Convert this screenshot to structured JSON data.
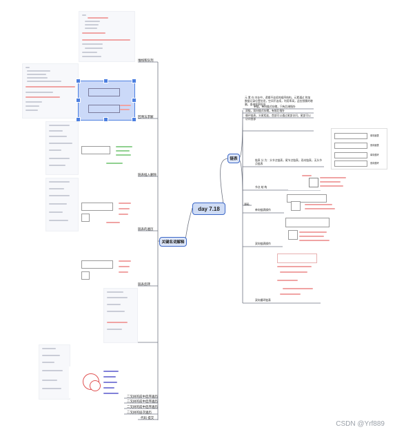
{
  "central_topic": "day 7.18",
  "right_branch": {
    "label": "链表",
    "summary": "元 素 在 内存中，逻辑不连续的顺序结构，元素通过 附加 数据记录位置信息，空间不连续，利用率高，适应频繁的增删，查询效率较低",
    "items": [
      "单链，单向链式存储，只有后继指针",
      "双链，双向链式存储，有前后指针",
      "循环链表，头尾相连，首部可以通过尾部访问，尾部可以访问首部",
      "链表 分 为：头节点链表，尾节点链表，双向链表，无头节点链表",
      "节点 结 构",
      "单向链表操作",
      "双向链表操作",
      "双向循环链表"
    ],
    "side_labels": [
      "单向链表",
      "双向链表",
      "单向循环",
      "双向循环"
    ],
    "handle": "源码"
  },
  "left_branch": {
    "label": "关键名词解释",
    "items": [
      "堆栈和队列",
      "回溯法求解",
      "链表插入删除",
      "链表的遍历",
      "链表反转"
    ],
    "bottom_items": [
      "二叉树的前中后序遍历",
      "二叉树的前中后序遍历",
      "二叉树的前中后序遍历",
      "二叉树的层次遍历",
      "代码 提交"
    ]
  },
  "watermark": "CSDN @Yrf889",
  "colors": {
    "accent": "#3a66c7",
    "selection": "#4c7fe0",
    "note": "#e05050"
  }
}
